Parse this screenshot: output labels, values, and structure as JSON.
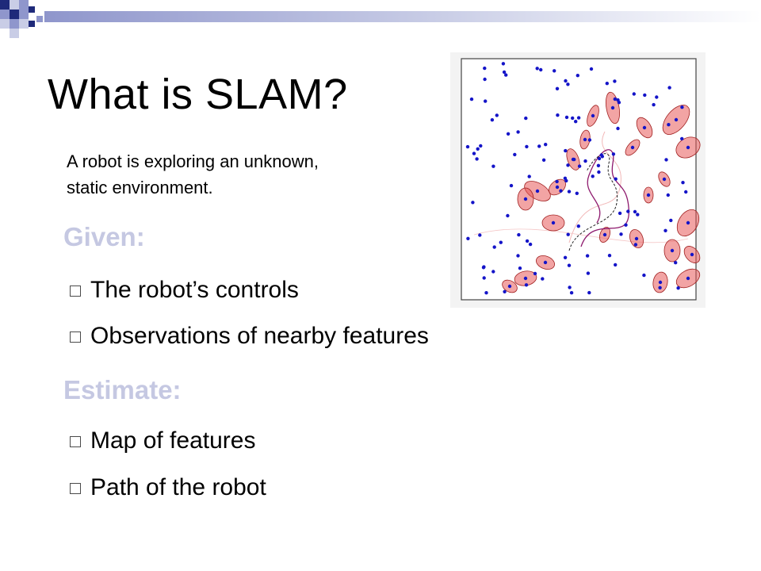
{
  "slide": {
    "title": "What is SLAM?",
    "intro_lines": [
      "A robot is exploring an unknown,",
      "static environment."
    ],
    "given": {
      "heading": "Given:",
      "items": [
        "The robot’s controls",
        "Observations of nearby features"
      ]
    },
    "estimate": {
      "heading": "Estimate:",
      "items": [
        "Map of features",
        "Path of the robot"
      ]
    }
  },
  "colors": {
    "heading": "#c5c8e2",
    "deco_navy": "#1f2a7a",
    "deco_periwinkle": "#8f96cc",
    "landmark": "#1414c8",
    "ellipse_fill": "#e85a5a",
    "path": "#8e1a6e"
  }
}
